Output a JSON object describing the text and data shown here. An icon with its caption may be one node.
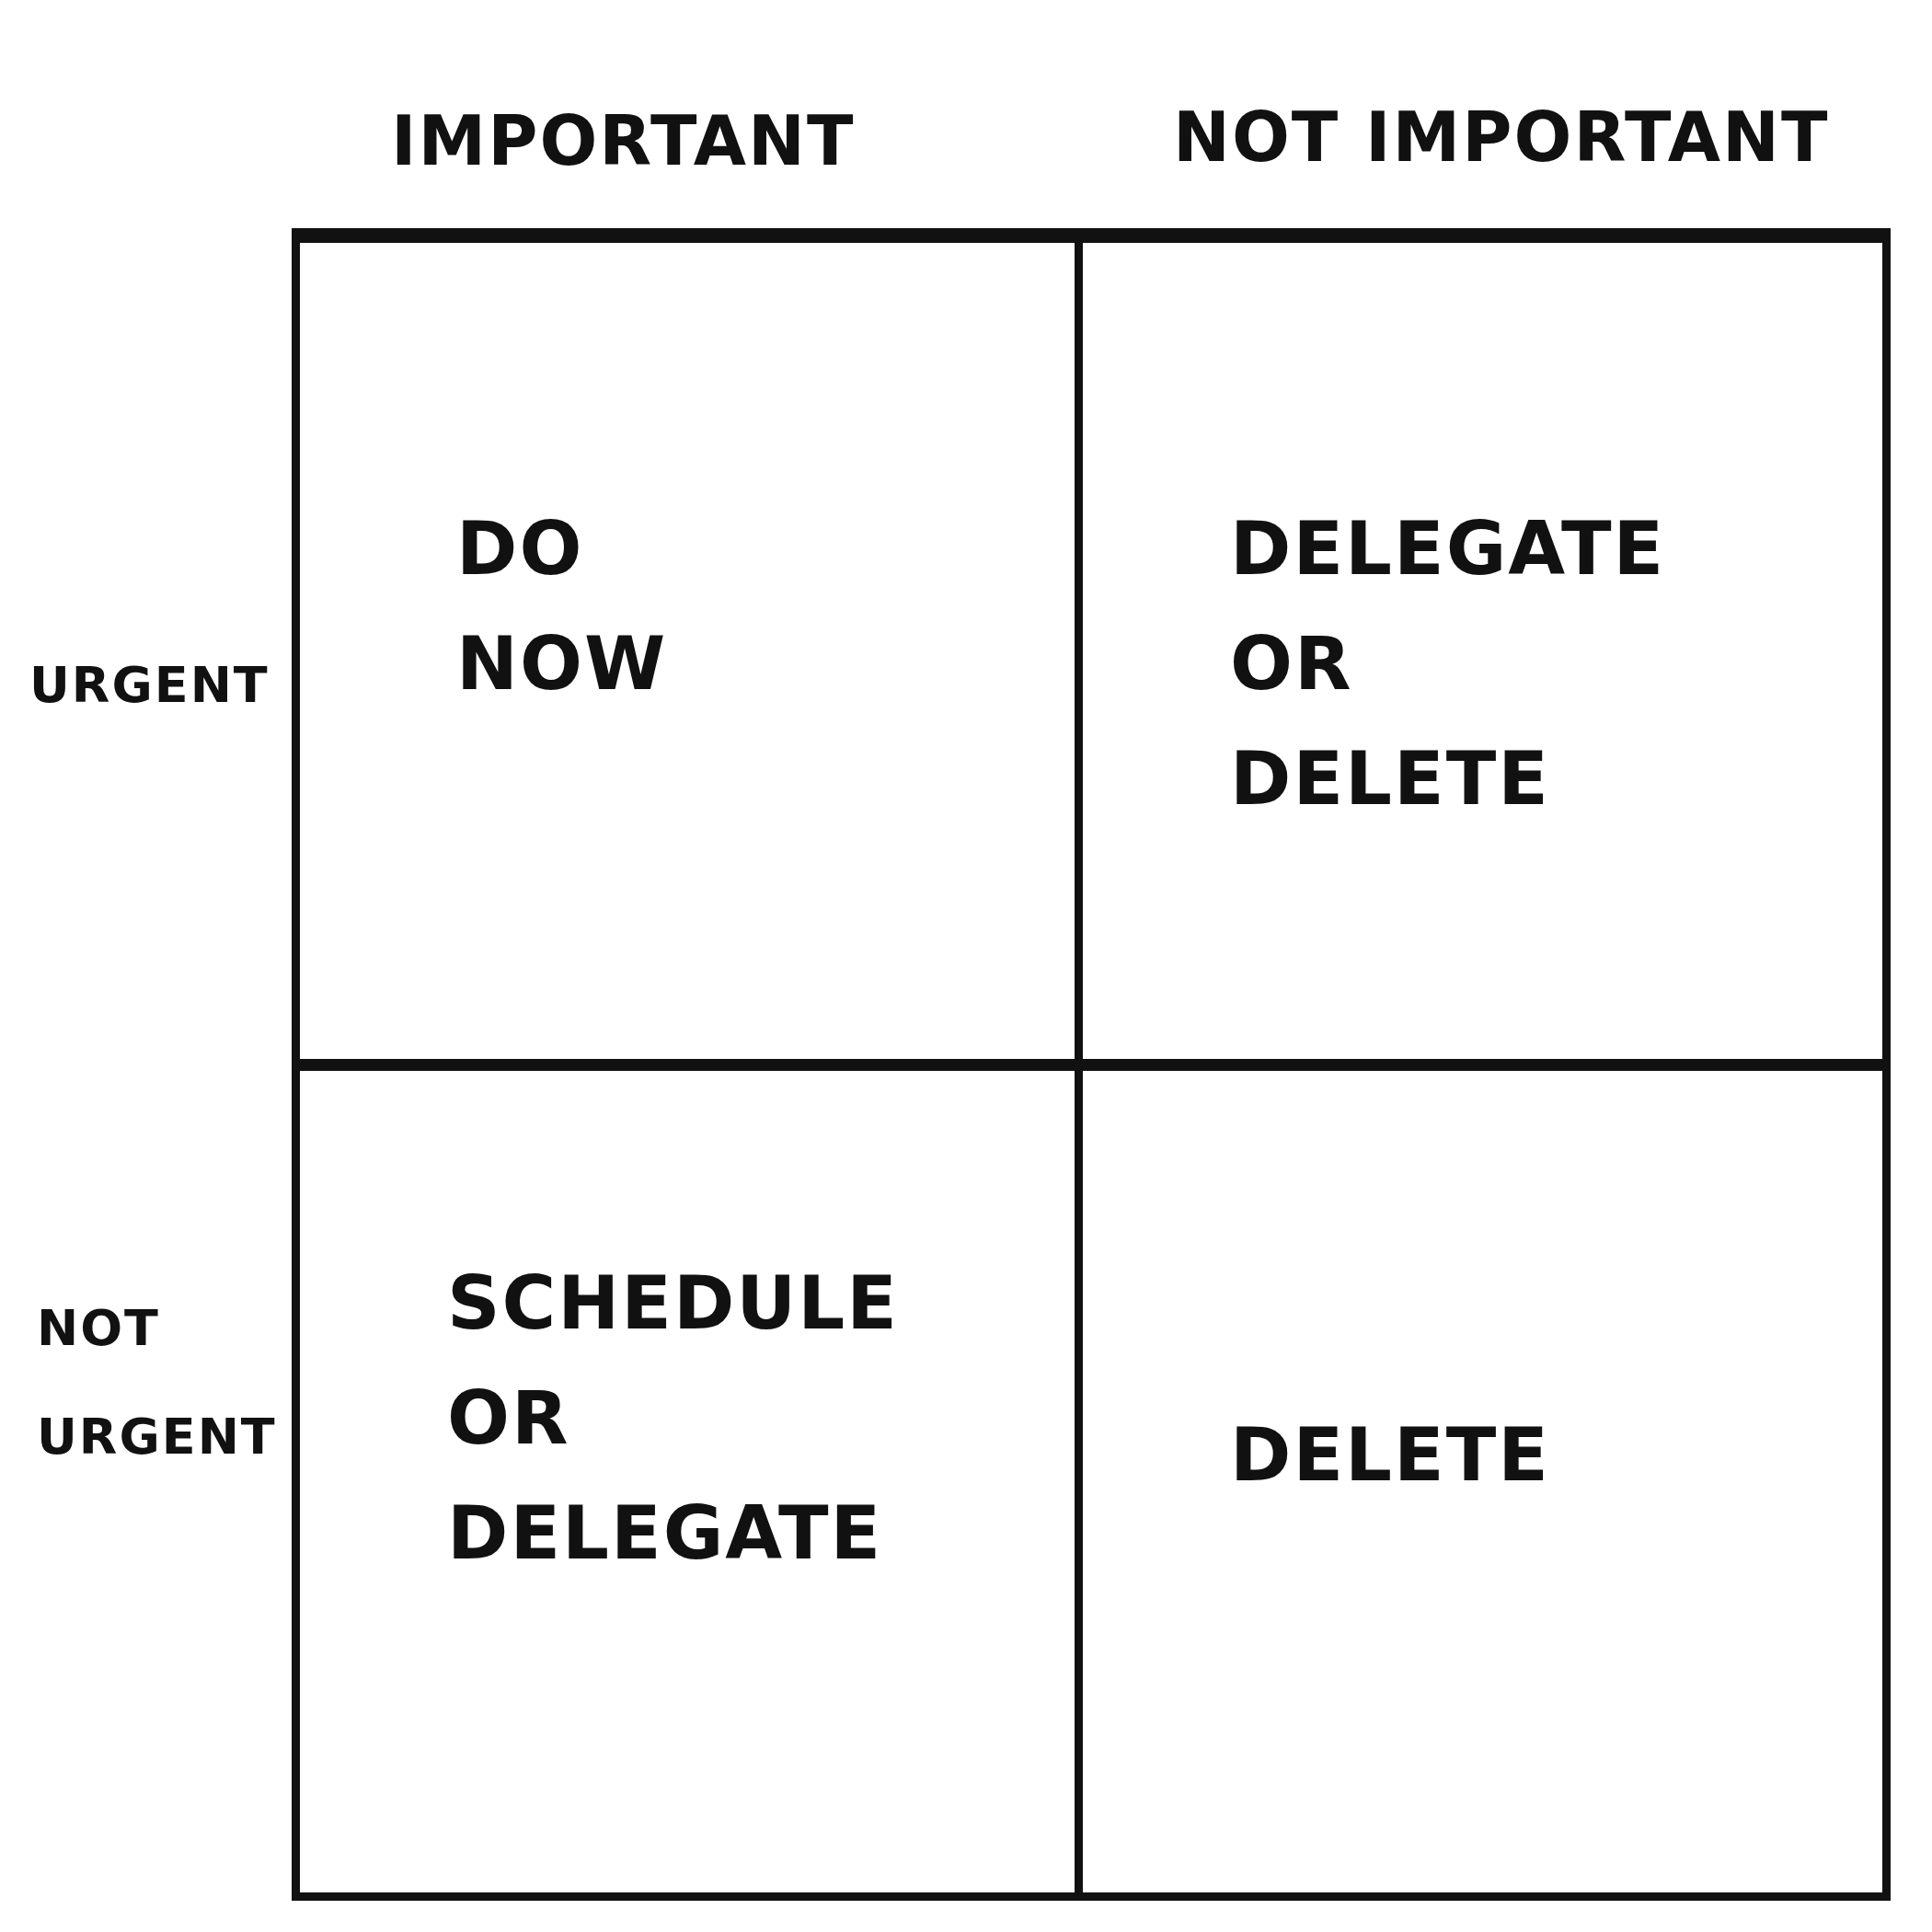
{
  "diagram": {
    "nodes": [
      {
        "text": [
          "DO NOW"
        ]
      },
      {
        "text": [
          "DELEGATE OR DELETE"
        ]
      },
      {
        "text": [
          "SCHEDULE OR DELEGATE"
        ]
      },
      {
        "text": [
          "DELETE"
        ]
      }
    ],
    "labels": [
      "IMPORTANT",
      "NOT IMPORTANT",
      "URGENT",
      "NOT URGENT"
    ]
  }
}
